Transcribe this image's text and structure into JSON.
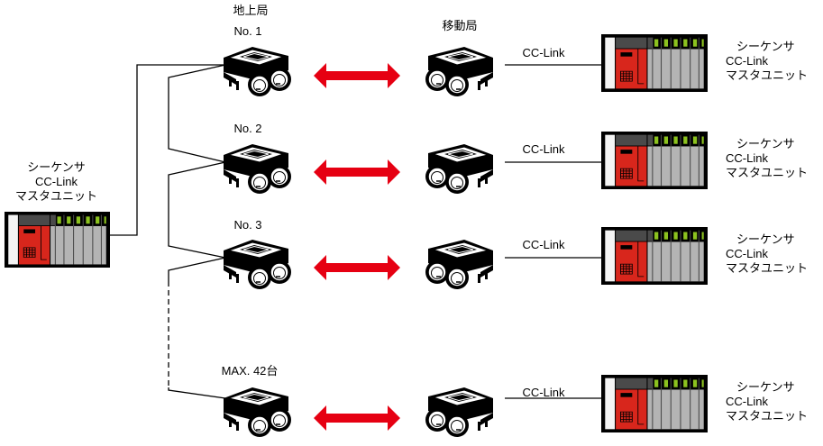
{
  "ground_station": {
    "title": "地上局"
  },
  "mobile_station": {
    "title": "移動局"
  },
  "master": {
    "lines": [
      "シーケンサ",
      "CC-Link",
      "マスタユニット"
    ]
  },
  "rows": [
    {
      "station_label": "No. 1",
      "link_label": "CC-Link",
      "plc_lines": [
        "シーケンサ",
        "CC-Link",
        "マスタユニット"
      ]
    },
    {
      "station_label": "No. 2",
      "link_label": "CC-Link",
      "plc_lines": [
        "シーケンサ",
        "CC-Link",
        "マスタユニット"
      ]
    },
    {
      "station_label": "No. 3",
      "link_label": "CC-Link",
      "plc_lines": [
        "シーケンサ",
        "CC-Link",
        "マスタユニット"
      ]
    },
    {
      "station_label": "MAX. 42台",
      "link_label": "CC-Link",
      "plc_lines": [
        "シーケンサ",
        "CC-Link",
        "マスタユニット"
      ]
    }
  ],
  "colors": {
    "arrow": "#e60012",
    "plc_cpu": "#d8261c",
    "plc_led": "#8cc21f"
  }
}
